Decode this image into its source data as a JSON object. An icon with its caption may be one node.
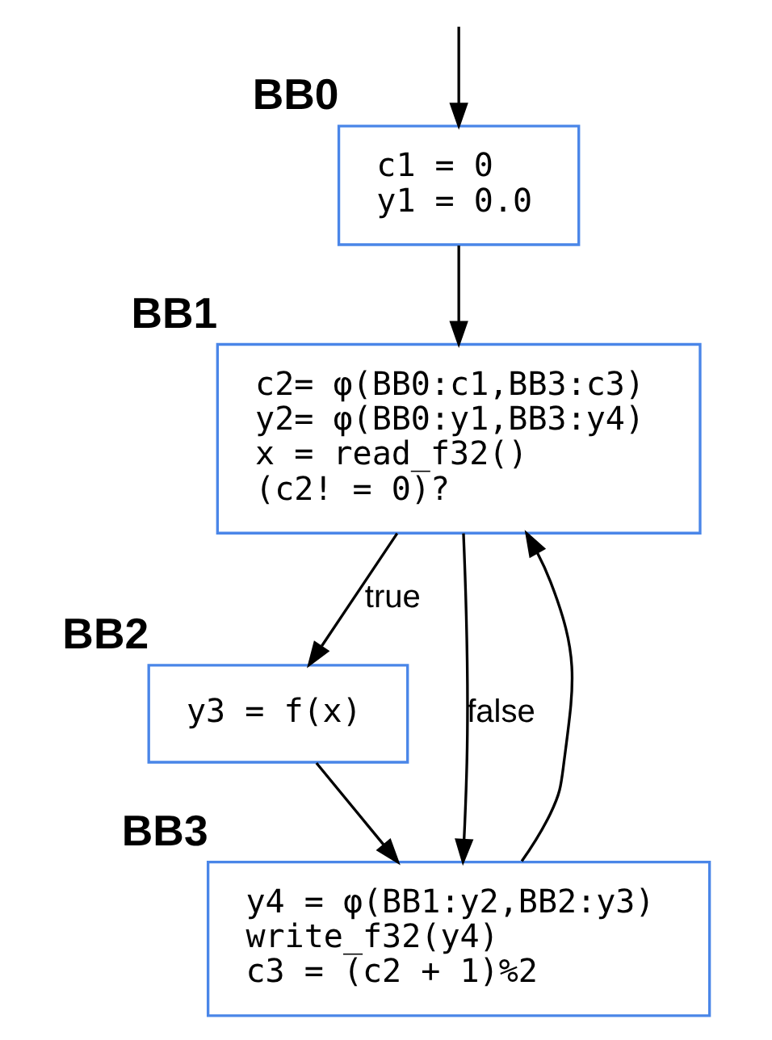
{
  "diagram": {
    "nodes": [
      {
        "text": [
          "BB0",
          "c1 = 0",
          "y1 = 0.0"
        ]
      },
      {
        "text": [
          "BB1",
          "c2= φ(BB0:c1,BB3:c3)",
          "y2= φ(BB0:y1,BB3:y4)",
          "x = read_f32()",
          "(c2! = 0)?"
        ]
      },
      {
        "text": [
          "BB2",
          "y3 = f(x)"
        ]
      },
      {
        "text": [
          "BB3",
          "y4 = φ(BB1:y2,BB2:y3)",
          "write_f32(y4)",
          "c3 = (c2 + 1)%2"
        ]
      }
    ],
    "edges": [
      {
        "from": null,
        "to": 0,
        "arrow": "to"
      },
      {
        "from": 0,
        "to": 1,
        "arrow": "to"
      },
      {
        "from": 1,
        "to": 2,
        "arrow": "to",
        "label": "true"
      },
      {
        "from": 1,
        "to": 3,
        "arrow": "to",
        "label": "false"
      },
      {
        "from": 2,
        "to": 3,
        "arrow": "to"
      },
      {
        "from": 3,
        "to": 1,
        "arrow": "to"
      }
    ]
  }
}
